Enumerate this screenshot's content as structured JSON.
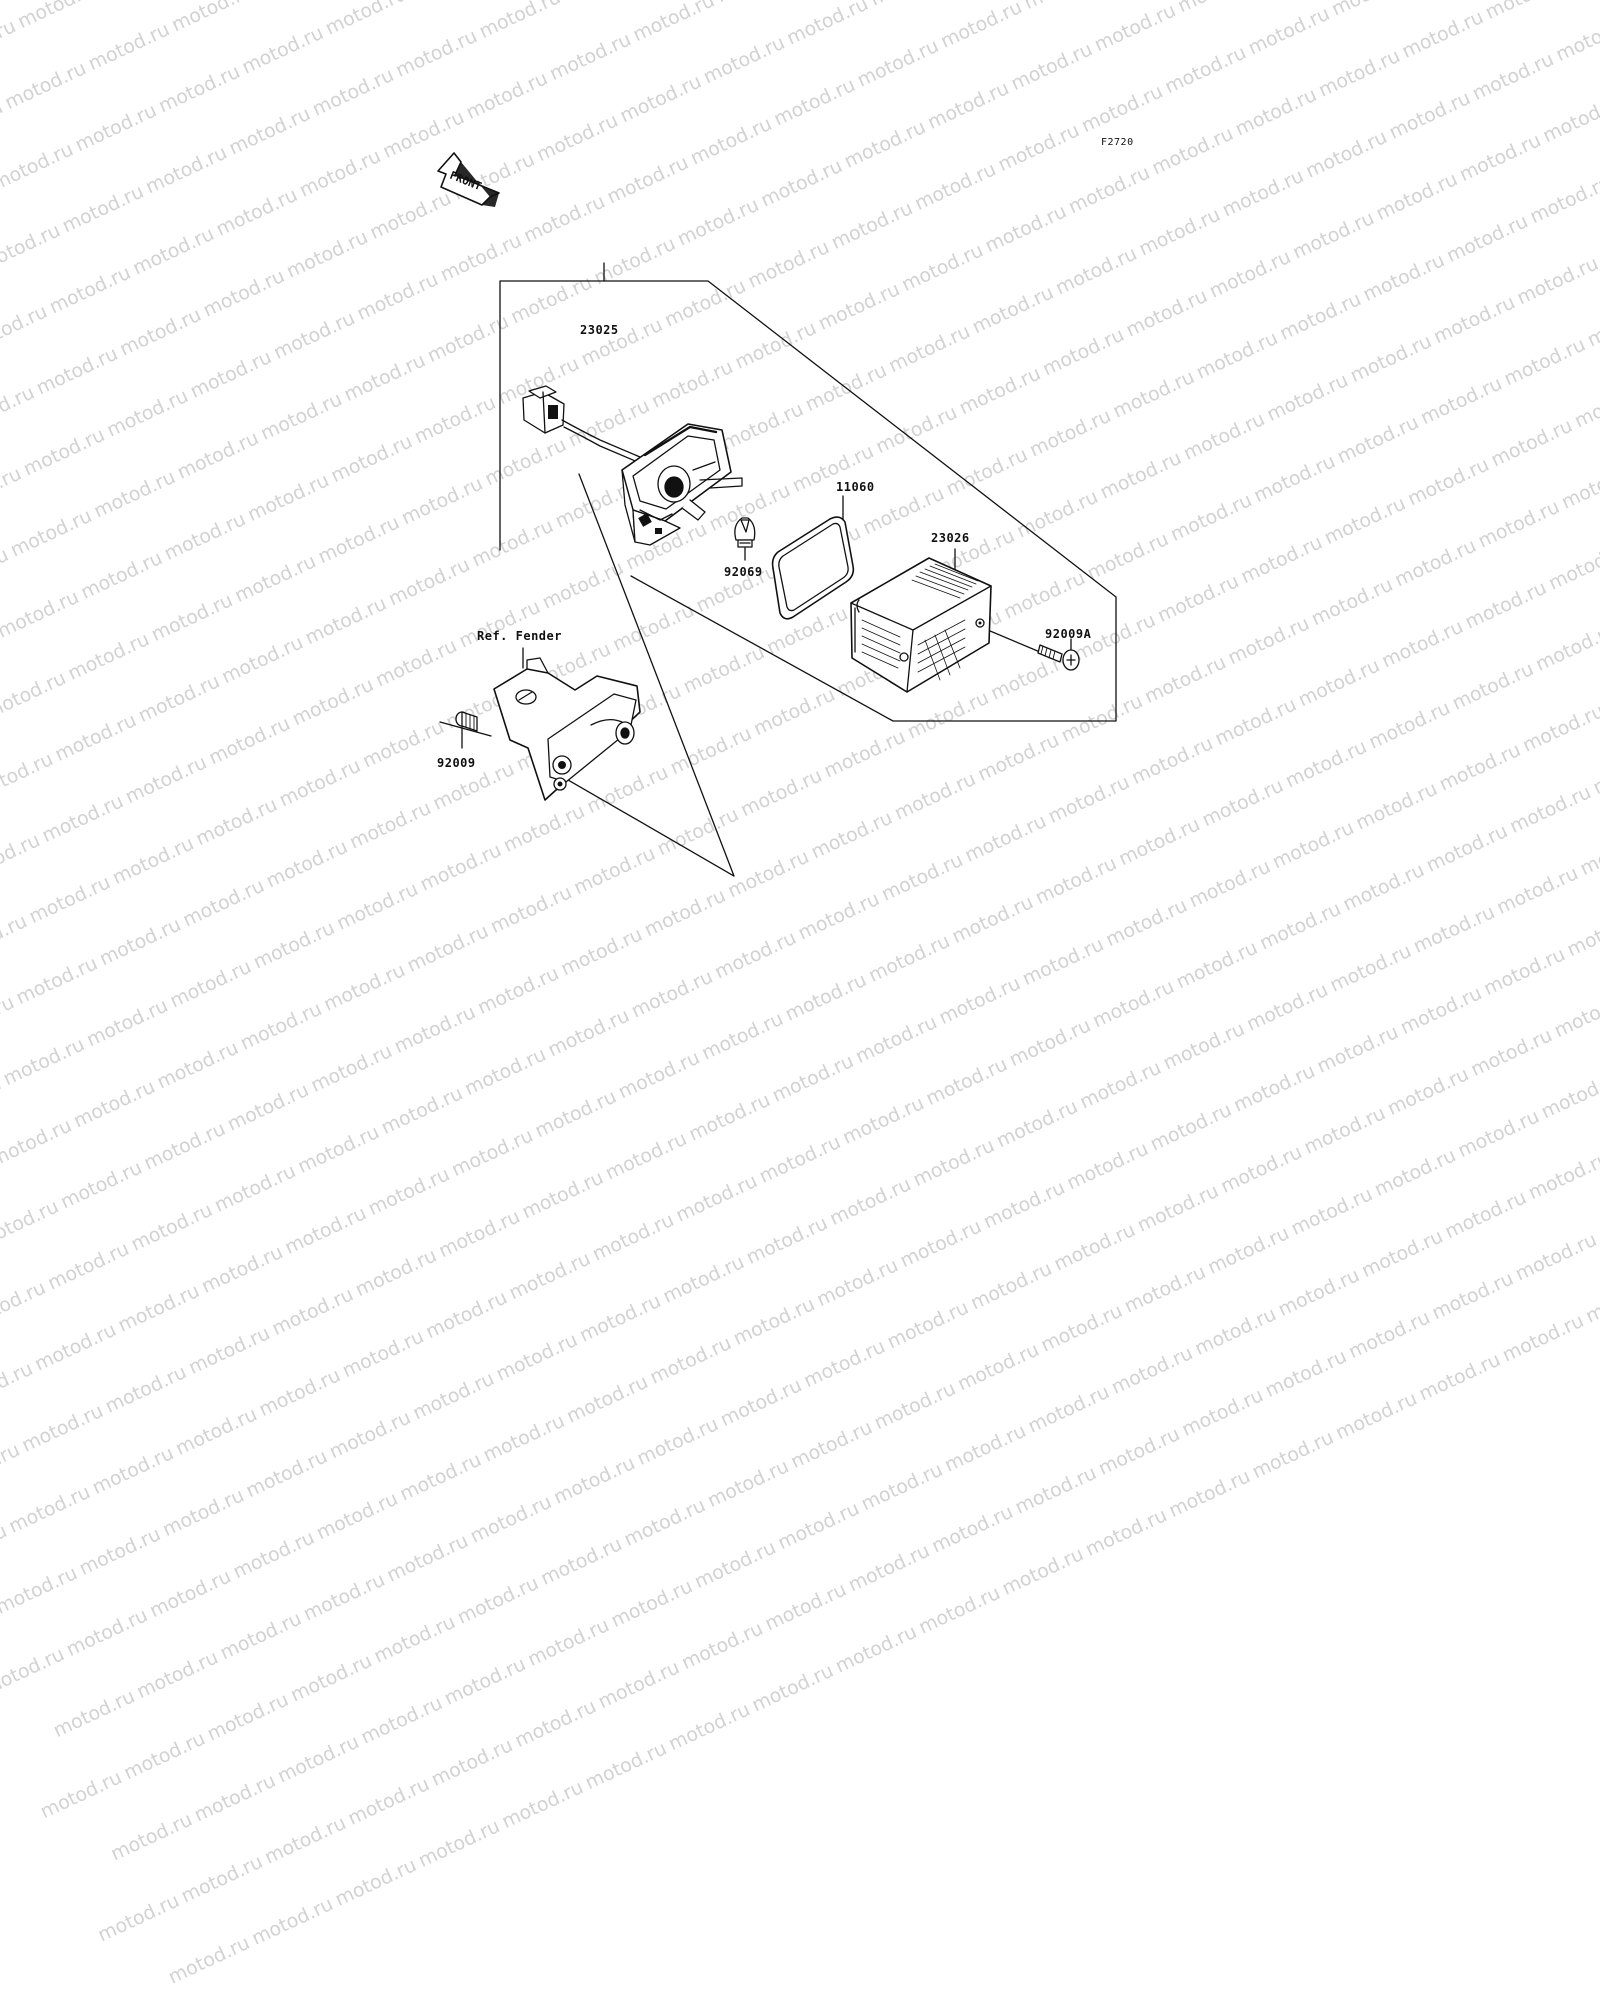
{
  "watermark": {
    "text": "motod.ru",
    "color": "#d2d2d2"
  },
  "diagram_code": "F2720",
  "front_arrow": {
    "label": "FRONT",
    "icon": "front-direction-arrow-icon"
  },
  "parts": {
    "p23025": "23025",
    "p11060": "11060",
    "p23026": "23026",
    "p92069": "92069",
    "p92009A": "92009A",
    "p92009": "92009",
    "ref_fender": "Ref. Fender"
  }
}
